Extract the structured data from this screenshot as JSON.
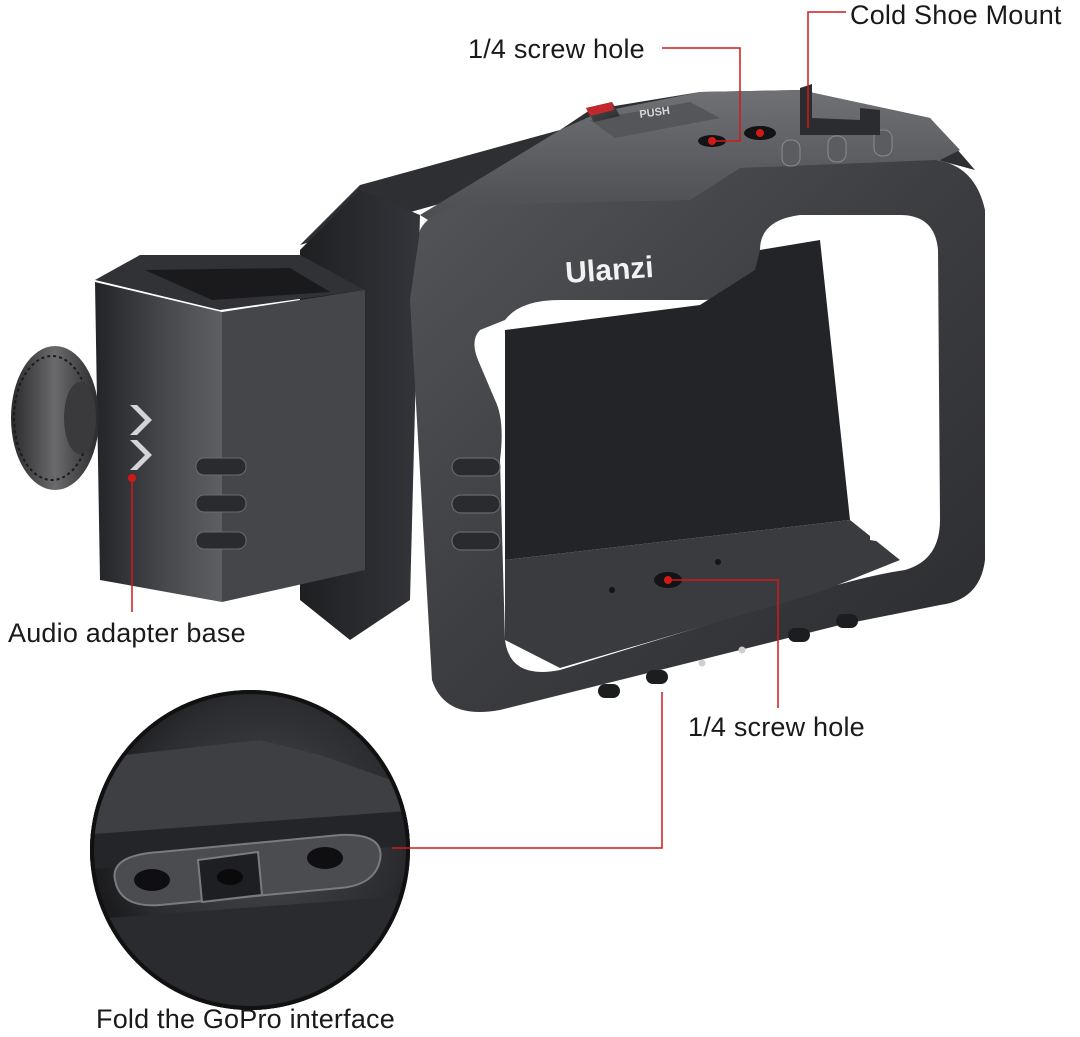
{
  "brand": "Ulanzi",
  "push_marking": "PUSH",
  "labels": {
    "cold_shoe": "Cold Shoe Mount",
    "top_screw": "1/4 screw hole",
    "audio_base": "Audio adapter base",
    "bottom_screw": "1/4 screw hole",
    "fold": "Fold the GoPro interface"
  },
  "colors": {
    "callout_line": "#d01a1a",
    "cage_metal": "#3c3d40",
    "cage_highlight": "#6a6b6f",
    "cage_shadow": "#1c1d1f",
    "accent_red": "#c0282b",
    "label_text": "#1a1a1a",
    "background": "#ffffff"
  },
  "icons": {
    "callout_marker": "red-dot",
    "brand_mark": "double-chevron"
  }
}
